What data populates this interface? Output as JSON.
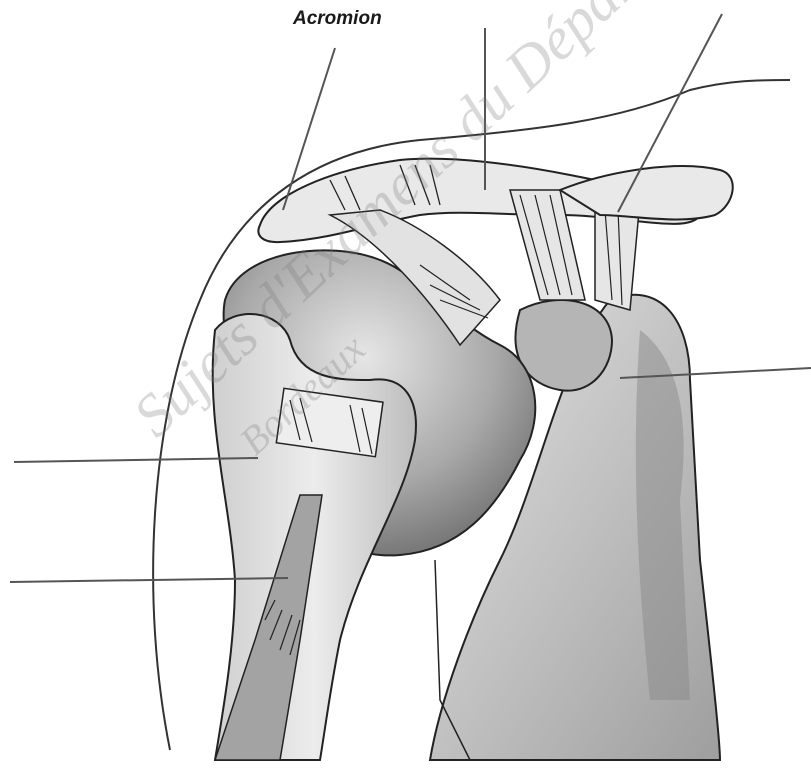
{
  "diagram": {
    "labels": {
      "acromion": "Acromion"
    },
    "watermark": {
      "line1": "Sujets d'Examens du Département p",
      "line2": "Bordeaux"
    },
    "colors": {
      "bone_fill": "#d9d9d9",
      "bone_shadow": "#9a9a9a",
      "outline": "#222222",
      "leader_line": "#555555"
    }
  }
}
